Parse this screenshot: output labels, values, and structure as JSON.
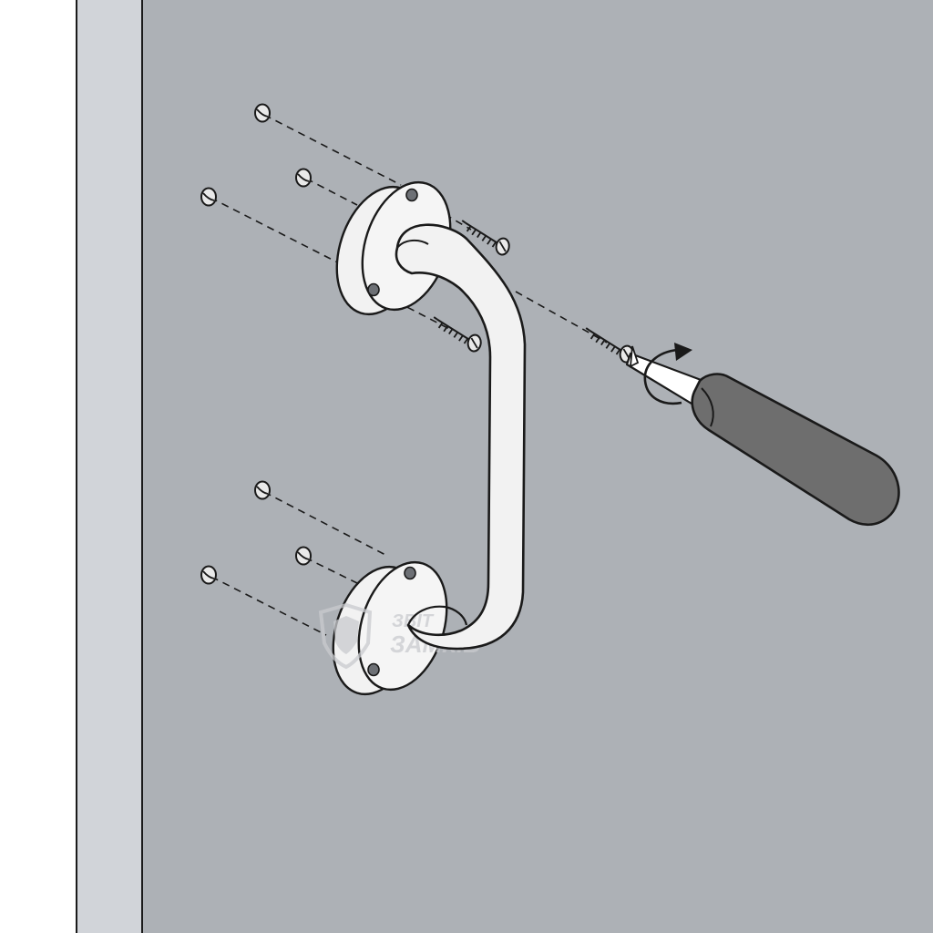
{
  "diagram": {
    "colors": {
      "background": "#ffffff",
      "frame": "#d1d4d9",
      "door": "#adb1b6",
      "outline": "#1a1a1a",
      "handle": "#f2f2f2",
      "screw_hole": "#6d7075",
      "screwdriver_handle": "#6e6e6e",
      "watermark": "#c9cbcf"
    },
    "icons": {
      "rotation_arrow": "rotate-clockwise-arrow",
      "screwdriver": "screwdriver",
      "screw": "wood-screw"
    }
  },
  "watermark": {
    "line1": "ЗВІТ",
    "line2": "ЗАМКІВ",
    "logo": "shield-logo"
  }
}
